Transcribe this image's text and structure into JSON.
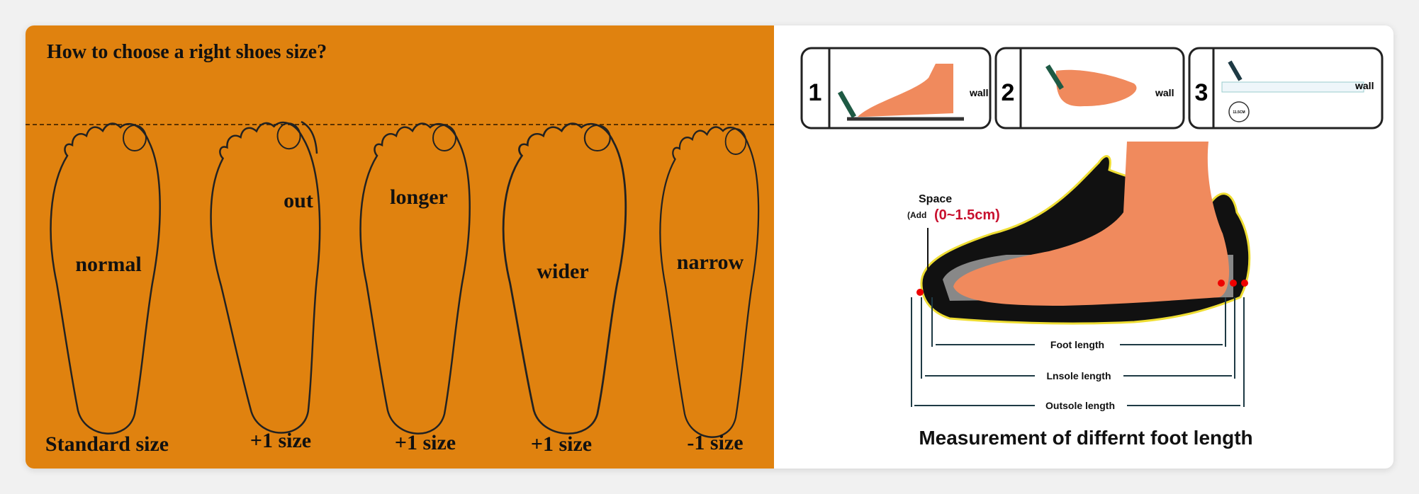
{
  "left_panel": {
    "title": "How to choose a right shoes size?",
    "background_color": "#e0820f",
    "feet": [
      {
        "label": "normal",
        "size": "Standard size"
      },
      {
        "label": "out",
        "size": "+1 size"
      },
      {
        "label": "longer",
        "size": "+1 size"
      },
      {
        "label": "wider",
        "size": "+1 size"
      },
      {
        "label": "narrow",
        "size": "-1 size"
      }
    ]
  },
  "right_panel": {
    "steps": [
      {
        "number": "1",
        "wall": "wall"
      },
      {
        "number": "2",
        "wall": "wall"
      },
      {
        "number": "3",
        "wall": "wall",
        "ruler_label": "11.5CM"
      }
    ],
    "space_label": "Space",
    "space_add": "(Add",
    "space_value": "(0~1.5cm)",
    "measurements": [
      "Foot length",
      "Lnsole length",
      "Outsole length"
    ],
    "caption": "Measurement of differnt foot length",
    "accent_red": "#c8102e",
    "skin_color": "#f08a5d"
  }
}
